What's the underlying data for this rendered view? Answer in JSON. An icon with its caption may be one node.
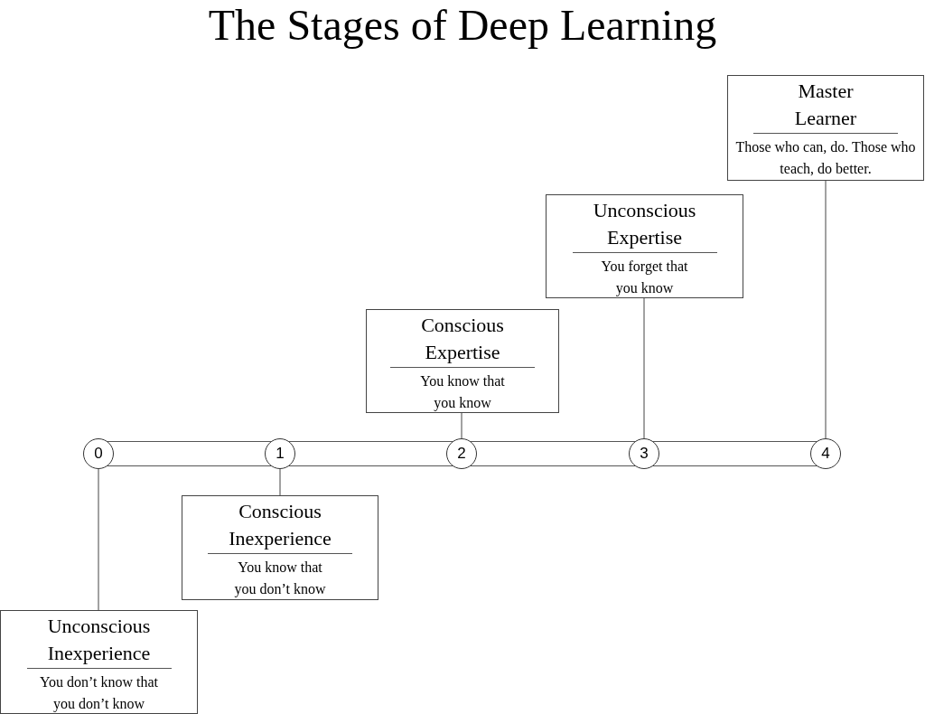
{
  "diagram": {
    "title": "The Stages of Deep Learning",
    "nodes": [
      {
        "text": [
          "0"
        ]
      },
      {
        "text": [
          "1"
        ]
      },
      {
        "text": [
          "2"
        ]
      },
      {
        "text": [
          "3"
        ]
      },
      {
        "text": [
          "4"
        ]
      },
      {
        "text": [
          "Unconscious Inexperience",
          "You don’t know that you don’t know"
        ]
      },
      {
        "text": [
          "Conscious Inexperience",
          "You know that you don’t know"
        ]
      },
      {
        "text": [
          "Conscious Expertise",
          "You know that you know"
        ]
      },
      {
        "text": [
          "Unconscious Expertise",
          "You forget that you know"
        ]
      },
      {
        "text": [
          "Master Learner",
          "Those who can, do. Those who teach, do better."
        ]
      }
    ],
    "edges": [
      {
        "from": 0,
        "to": 5,
        "arrow": "none"
      },
      {
        "from": 1,
        "to": 6,
        "arrow": "none"
      },
      {
        "from": 2,
        "to": 7,
        "arrow": "none"
      },
      {
        "from": 3,
        "to": 8,
        "arrow": "none"
      },
      {
        "from": 4,
        "to": 9,
        "arrow": "none"
      }
    ]
  }
}
